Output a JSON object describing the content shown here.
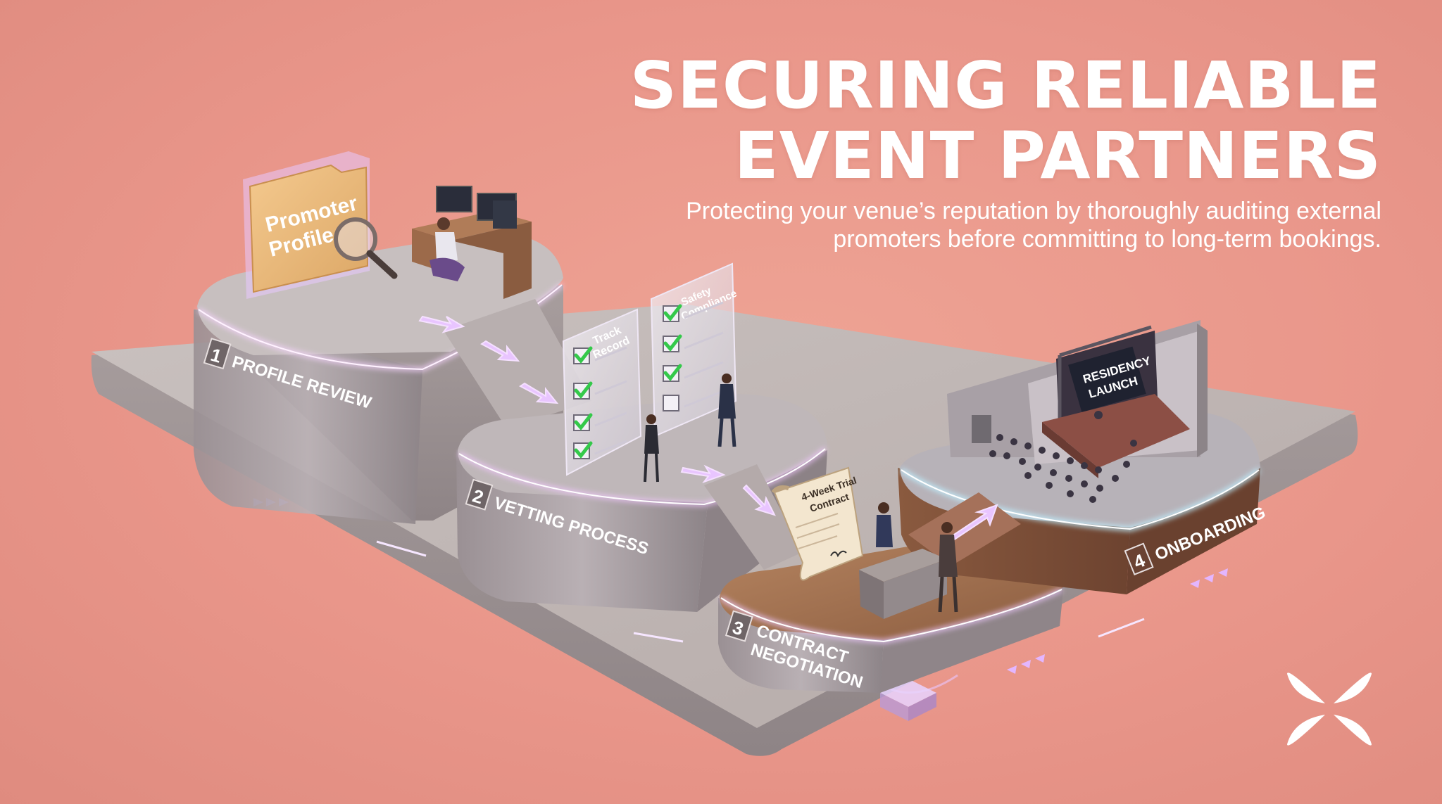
{
  "header": {
    "title_line1": "SECURING RELIABLE",
    "title_line2": "EVENT PARTNERS",
    "subtitle_line1": "Protecting your venue’s reputation by thoroughly auditing external",
    "subtitle_line2": "promoters before committing to long-term bookings."
  },
  "steps": [
    {
      "number": "1",
      "label": "PROFILE REVIEW"
    },
    {
      "number": "2",
      "label": "VETTING PROCESS"
    },
    {
      "number": "3",
      "label_line1": "CONTRACT",
      "label_line2": "NEGOTIATION"
    },
    {
      "number": "4",
      "label": "ONBOARDING"
    }
  ],
  "props": {
    "folder_line1": "Promoter",
    "folder_line2": "Profile",
    "checklist_1_line1": "Track",
    "checklist_1_line2": "Record",
    "checklist_2_line1": "Safety",
    "checklist_2_line2": "Compliance",
    "contract_line1": "4-Week Trial",
    "contract_line2": "Contract",
    "banner_line1": "RESIDENCY",
    "banner_line2": "LAUNCH"
  },
  "colors": {
    "background": "#e9968a",
    "accent_glow": "#d9a6ff",
    "text": "#ffffff"
  },
  "icons": [
    "folder-icon",
    "magnifier-icon",
    "checkmark-icon",
    "scroll-icon",
    "logo-icon"
  ]
}
